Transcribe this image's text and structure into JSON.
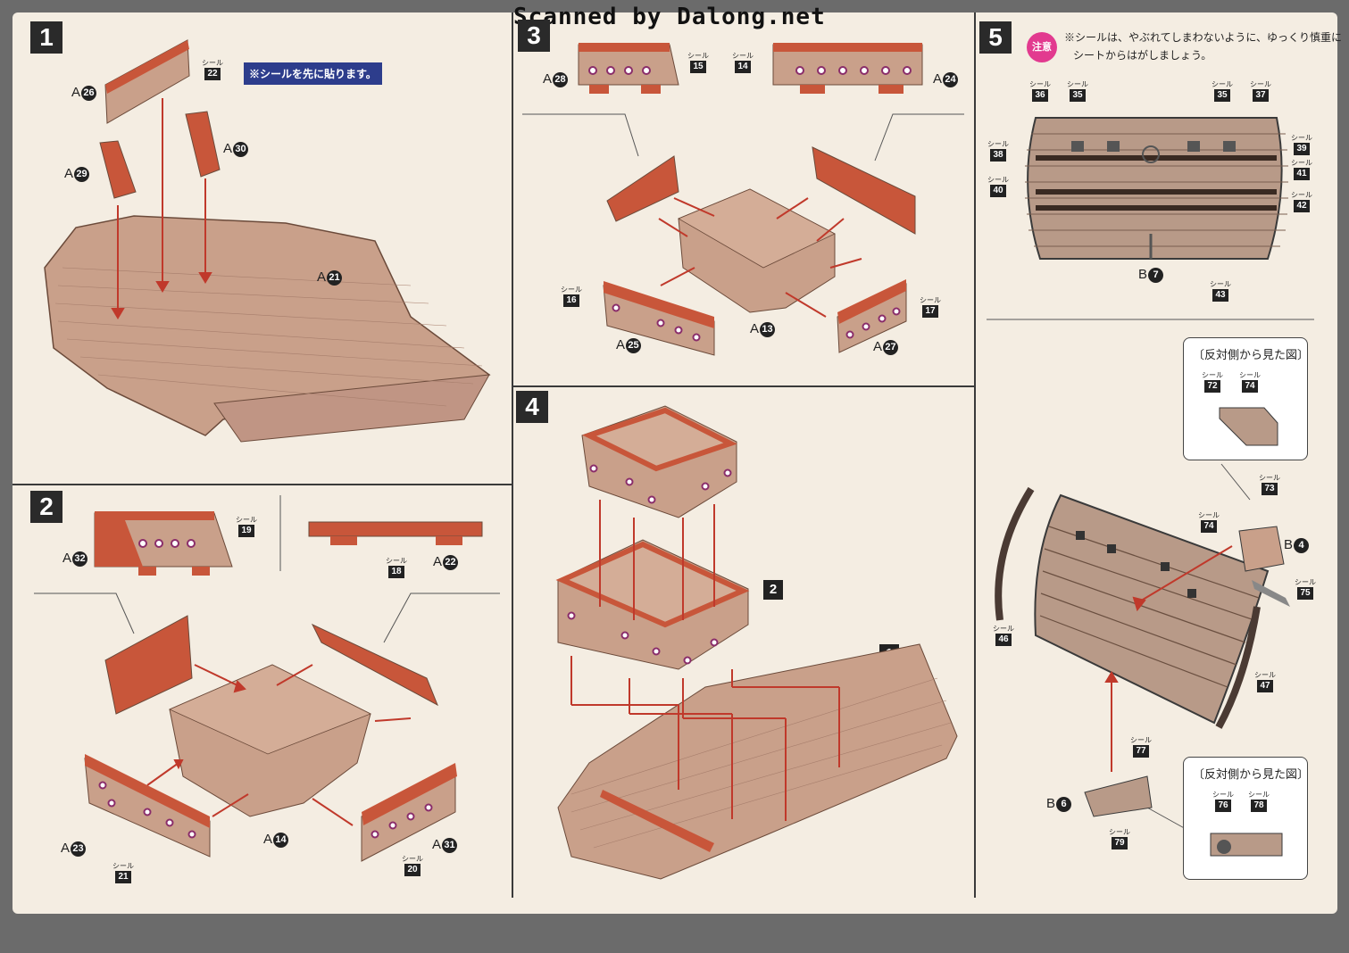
{
  "watermark": "Scanned by Dalong.net",
  "steps": {
    "s1": {
      "number": "1",
      "note": "※シールを先に貼ります。",
      "parts": {
        "p26": "A",
        "n26": "26",
        "p30": "A",
        "n30": "30",
        "p29": "A",
        "n29": "29",
        "p21": "A",
        "n21": "21"
      },
      "sticker": {
        "caption": "シール",
        "num": "22"
      }
    },
    "s2": {
      "number": "2",
      "parts": {
        "p32": "A",
        "n32": "32",
        "p22": "A",
        "n22": "22",
        "p23": "A",
        "n23": "23",
        "p14": "A",
        "n14": "14",
        "p31": "A",
        "n31": "31"
      },
      "stickers": [
        {
          "caption": "シール",
          "num": "19"
        },
        {
          "caption": "シール",
          "num": "18"
        },
        {
          "caption": "シール",
          "num": "21"
        },
        {
          "caption": "シール",
          "num": "20"
        }
      ]
    },
    "s3": {
      "number": "3",
      "parts": {
        "p28": "A",
        "n28": "28",
        "p24": "A",
        "n24": "24",
        "p25": "A",
        "n25": "25",
        "p13": "A",
        "n13": "13",
        "p27": "A",
        "n27": "27"
      },
      "stickers": [
        {
          "caption": "シール",
          "num": "15"
        },
        {
          "caption": "シール",
          "num": "14"
        },
        {
          "caption": "シール",
          "num": "16"
        },
        {
          "caption": "シール",
          "num": "17"
        }
      ]
    },
    "s4": {
      "number": "4",
      "ref_upper": "2",
      "ref_lower": "1"
    },
    "s5": {
      "number": "5",
      "caution_badge": "注意",
      "caution_line1": "※シールは、やぶれてしまわないように、ゆっくり慎重に",
      "caution_line2": "シートからはがしましょう。",
      "parts": {
        "p7": "B",
        "n7": "7",
        "p4": "B",
        "n4": "4",
        "p6": "B",
        "n6": "6"
      },
      "stickers_top": [
        {
          "caption": "シール",
          "num": "36"
        },
        {
          "caption": "シール",
          "num": "35"
        },
        {
          "caption": "シール",
          "num": "35"
        },
        {
          "caption": "シール",
          "num": "37"
        },
        {
          "caption": "シール",
          "num": "38"
        },
        {
          "caption": "シール",
          "num": "39"
        },
        {
          "caption": "シール",
          "num": "40"
        },
        {
          "caption": "シール",
          "num": "41"
        },
        {
          "caption": "シール",
          "num": "42"
        },
        {
          "caption": "シール",
          "num": "43"
        }
      ],
      "inset_title": "〔反対側から見た図〕",
      "inset1_stickers": [
        {
          "caption": "シール",
          "num": "72"
        },
        {
          "caption": "シール",
          "num": "74"
        }
      ],
      "inset2_stickers": [
        {
          "caption": "シール",
          "num": "76"
        },
        {
          "caption": "シール",
          "num": "78"
        }
      ],
      "stickers_bottom": [
        {
          "caption": "シール",
          "num": "73"
        },
        {
          "caption": "シール",
          "num": "74"
        },
        {
          "caption": "シール",
          "num": "75"
        },
        {
          "caption": "シール",
          "num": "46"
        },
        {
          "caption": "シール",
          "num": "47"
        },
        {
          "caption": "シール",
          "num": "77"
        },
        {
          "caption": "シール",
          "num": "79"
        }
      ]
    }
  },
  "colors": {
    "deck": "#c9a08a",
    "rail": "#c8563a",
    "line": "#3a3a3a",
    "arrow": "#c0392b",
    "paper": "#f4ede2"
  }
}
